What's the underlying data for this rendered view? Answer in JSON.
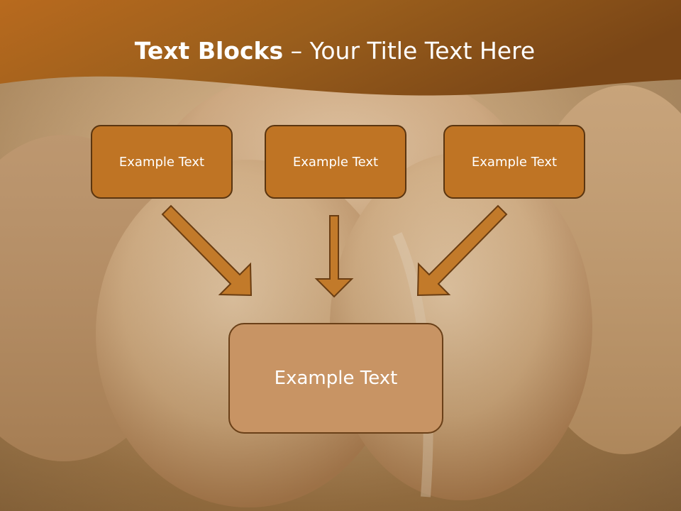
{
  "slide": {
    "title_bold": "Text Blocks",
    "title_rest": " – Your Title Text Here",
    "boxes": [
      "Example Text",
      "Example Text",
      "Example Text"
    ],
    "main_box": "Example Text"
  },
  "colors": {
    "header": "#a0641c",
    "box_fill": "#bf7424",
    "box_border": "#5a3510",
    "main_fill": "#c89464",
    "arrow_fill": "#c27a2a",
    "text": "#ffffff"
  }
}
